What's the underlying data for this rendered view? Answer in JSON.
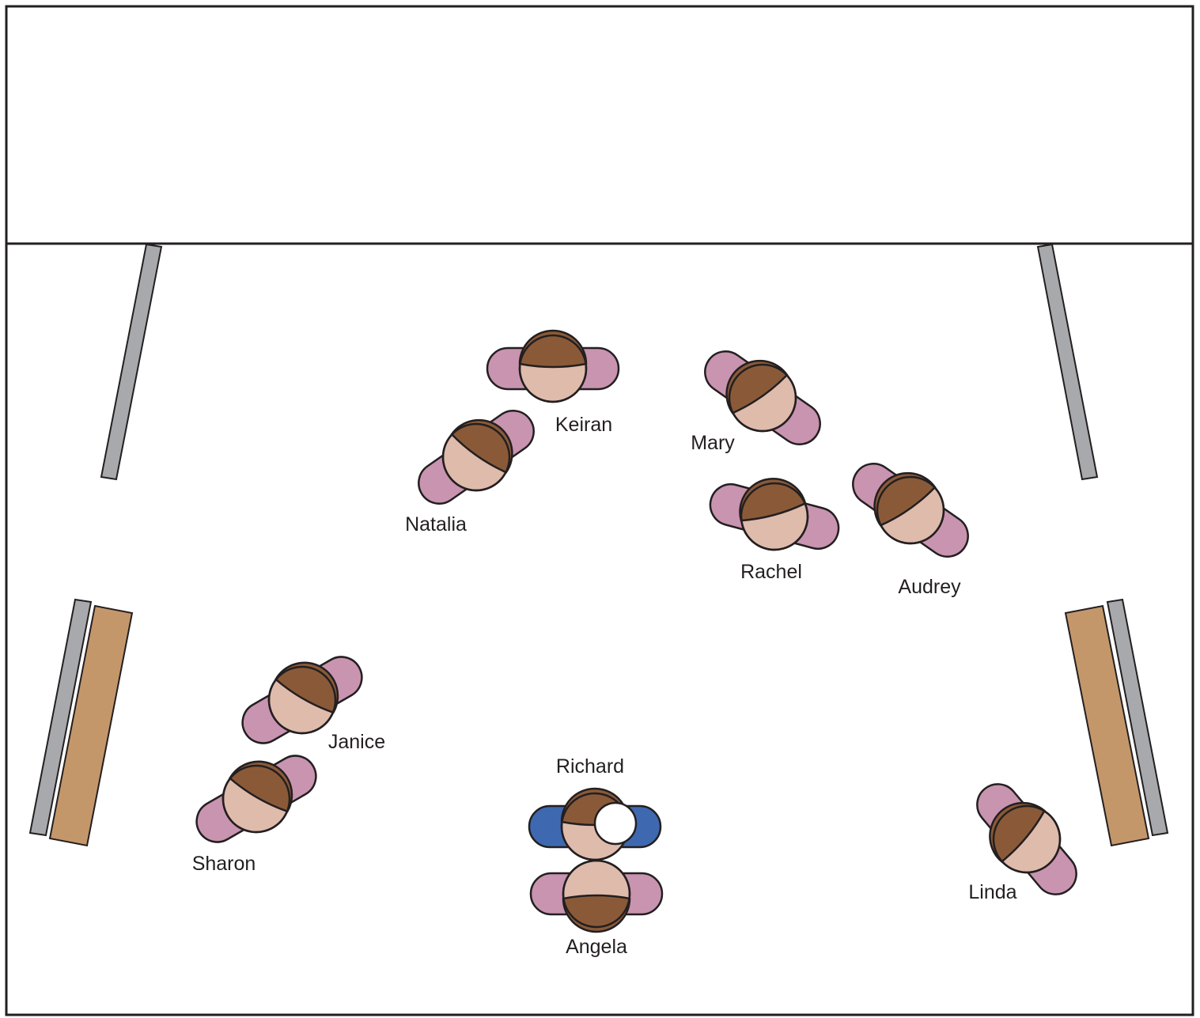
{
  "colors": {
    "outline": "#231f20",
    "background": "#ffffff",
    "hair": "#8a5a38",
    "skin": "#dfbbac",
    "shoulders_default": "#c994b0",
    "shoulders_highlight": "#3e69b1",
    "wall_panel": "#a7a9ac",
    "bench": "#c4976a",
    "face_marker": "#ffffff"
  },
  "people": [
    {
      "name": "Keiran",
      "label": "Keiran",
      "shoulder_color": "shoulders_default"
    },
    {
      "name": "Natalia",
      "label": "Natalia",
      "shoulder_color": "shoulders_default"
    },
    {
      "name": "Mary",
      "label": "Mary",
      "shoulder_color": "shoulders_default"
    },
    {
      "name": "Rachel",
      "label": "Rachel",
      "shoulder_color": "shoulders_default"
    },
    {
      "name": "Audrey",
      "label": "Audrey",
      "shoulder_color": "shoulders_default"
    },
    {
      "name": "Janice",
      "label": "Janice",
      "shoulder_color": "shoulders_default"
    },
    {
      "name": "Sharon",
      "label": "Sharon",
      "shoulder_color": "shoulders_default"
    },
    {
      "name": "Richard",
      "label": "Richard",
      "shoulder_color": "shoulders_highlight"
    },
    {
      "name": "Angela",
      "label": "Angela",
      "shoulder_color": "shoulders_default"
    },
    {
      "name": "Linda",
      "label": "Linda",
      "shoulder_color": "shoulders_default"
    }
  ]
}
